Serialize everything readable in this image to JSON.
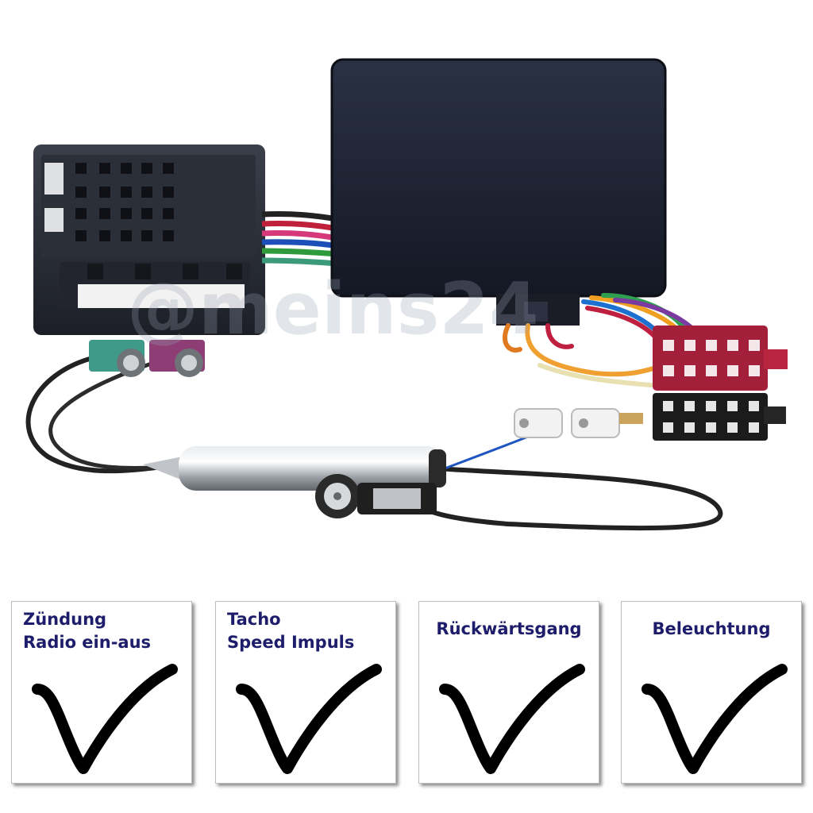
{
  "watermark": "@meins24",
  "features": [
    {
      "lines": [
        "Zündung",
        "Radio ein-aus"
      ],
      "icon": "checkmark-icon"
    },
    {
      "lines": [
        "Tacho",
        "Speed Impuls"
      ],
      "icon": "checkmark-icon"
    },
    {
      "lines": [
        "Rückwärtsgang"
      ],
      "icon": "checkmark-icon"
    },
    {
      "lines": [
        "Beleuchtung"
      ],
      "icon": "checkmark-icon"
    }
  ],
  "colors": {
    "label_text": "#1d1d6b",
    "adapter_box": "#1c2130",
    "fakra_connector": "#3f9a8a",
    "iso_connector_top": "#a31f3a",
    "iso_connector_bottom": "#1b1b1b"
  }
}
